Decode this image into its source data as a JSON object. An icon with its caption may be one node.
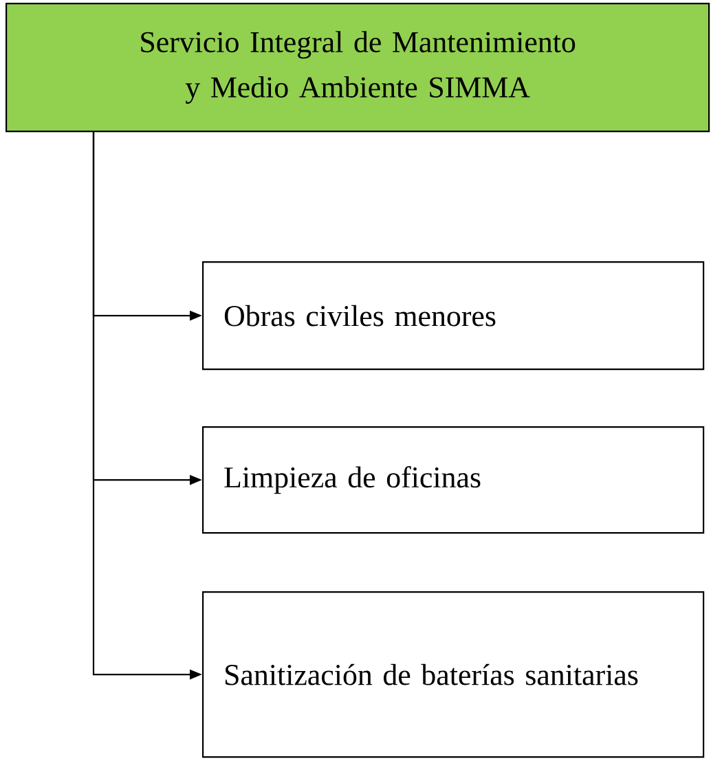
{
  "diagram": {
    "nodes": [
      {
        "text": [
          "Servicio Integral de Mantenimiento y Medio Ambiente SIMMA"
        ]
      },
      {
        "text": [
          "Obras civiles menores"
        ]
      },
      {
        "text": [
          "Limpieza de oficinas"
        ]
      },
      {
        "text": [
          "Sanitización de baterías sanitarias"
        ]
      }
    ],
    "edges": [
      {
        "from": 0,
        "to": 1,
        "arrow": "to"
      },
      {
        "from": 0,
        "to": 2,
        "arrow": "to"
      },
      {
        "from": 0,
        "to": 3,
        "arrow": "to"
      }
    ]
  }
}
